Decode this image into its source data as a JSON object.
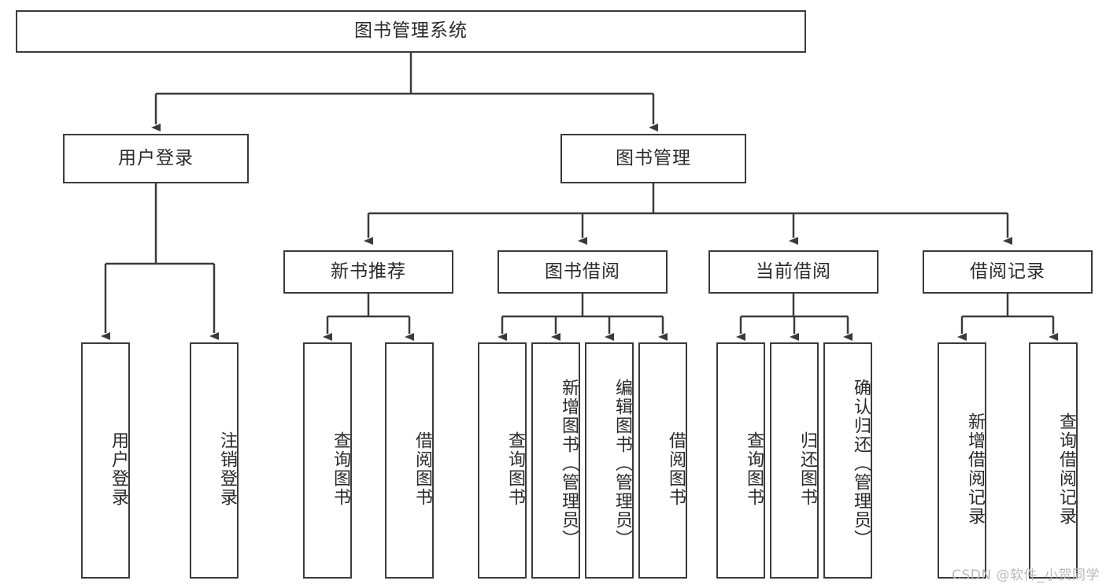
{
  "diagram": {
    "type": "tree-hierarchy-chart",
    "title": "图书管理系统",
    "watermark": "CSDN @软件_小贺同学",
    "colors": {
      "stroke": "#3b3b3b",
      "fill": "#ffffff",
      "text": "#2a2a2a",
      "watermark": "#b9b9b9"
    },
    "nodes": {
      "root": {
        "label": "图书管理系统",
        "level": 0,
        "orientation": "horizontal"
      },
      "level1": [
        {
          "id": "user-login",
          "label": "用户登录",
          "orientation": "horizontal"
        },
        {
          "id": "book-management",
          "label": "图书管理",
          "orientation": "horizontal"
        }
      ],
      "level2": [
        {
          "id": "new-book-recommend",
          "label": "新书推荐",
          "orientation": "horizontal",
          "parent": "book-management"
        },
        {
          "id": "book-borrow",
          "label": "图书借阅",
          "orientation": "horizontal",
          "parent": "book-management"
        },
        {
          "id": "current-borrow",
          "label": "当前借阅",
          "orientation": "horizontal",
          "parent": "book-management"
        },
        {
          "id": "borrow-record",
          "label": "借阅记录",
          "orientation": "horizontal",
          "parent": "book-management"
        }
      ],
      "leaves": [
        {
          "id": "leaf-user-login",
          "label": "用户登录",
          "parent": "user-login",
          "orientation": "vertical"
        },
        {
          "id": "leaf-user-logout",
          "label": "注销登录",
          "parent": "user-login",
          "orientation": "vertical"
        },
        {
          "id": "leaf-query-book-1",
          "label": "查询图书",
          "parent": "new-book-recommend",
          "orientation": "vertical"
        },
        {
          "id": "leaf-borrow-book-1",
          "label": "借阅图书",
          "parent": "new-book-recommend",
          "orientation": "vertical"
        },
        {
          "id": "leaf-query-book-2",
          "label": "查询图书",
          "parent": "book-borrow",
          "orientation": "vertical"
        },
        {
          "id": "leaf-add-book",
          "label": "新增图书（管理员）",
          "parent": "book-borrow",
          "orientation": "vertical"
        },
        {
          "id": "leaf-edit-book",
          "label": "编辑图书（管理员）",
          "parent": "book-borrow",
          "orientation": "vertical"
        },
        {
          "id": "leaf-borrow-book-2",
          "label": "借阅图书",
          "parent": "book-borrow",
          "orientation": "vertical"
        },
        {
          "id": "leaf-query-book-3",
          "label": "查询图书",
          "parent": "current-borrow",
          "orientation": "vertical"
        },
        {
          "id": "leaf-return-book",
          "label": "归还图书",
          "parent": "current-borrow",
          "orientation": "vertical"
        },
        {
          "id": "leaf-confirm-return",
          "label": "确认归还（管理员）",
          "parent": "current-borrow",
          "orientation": "vertical"
        },
        {
          "id": "leaf-add-record",
          "label": "新增借阅记录",
          "parent": "borrow-record",
          "orientation": "vertical"
        },
        {
          "id": "leaf-query-record",
          "label": "查询借阅记录",
          "parent": "borrow-record",
          "orientation": "vertical"
        }
      ]
    }
  }
}
